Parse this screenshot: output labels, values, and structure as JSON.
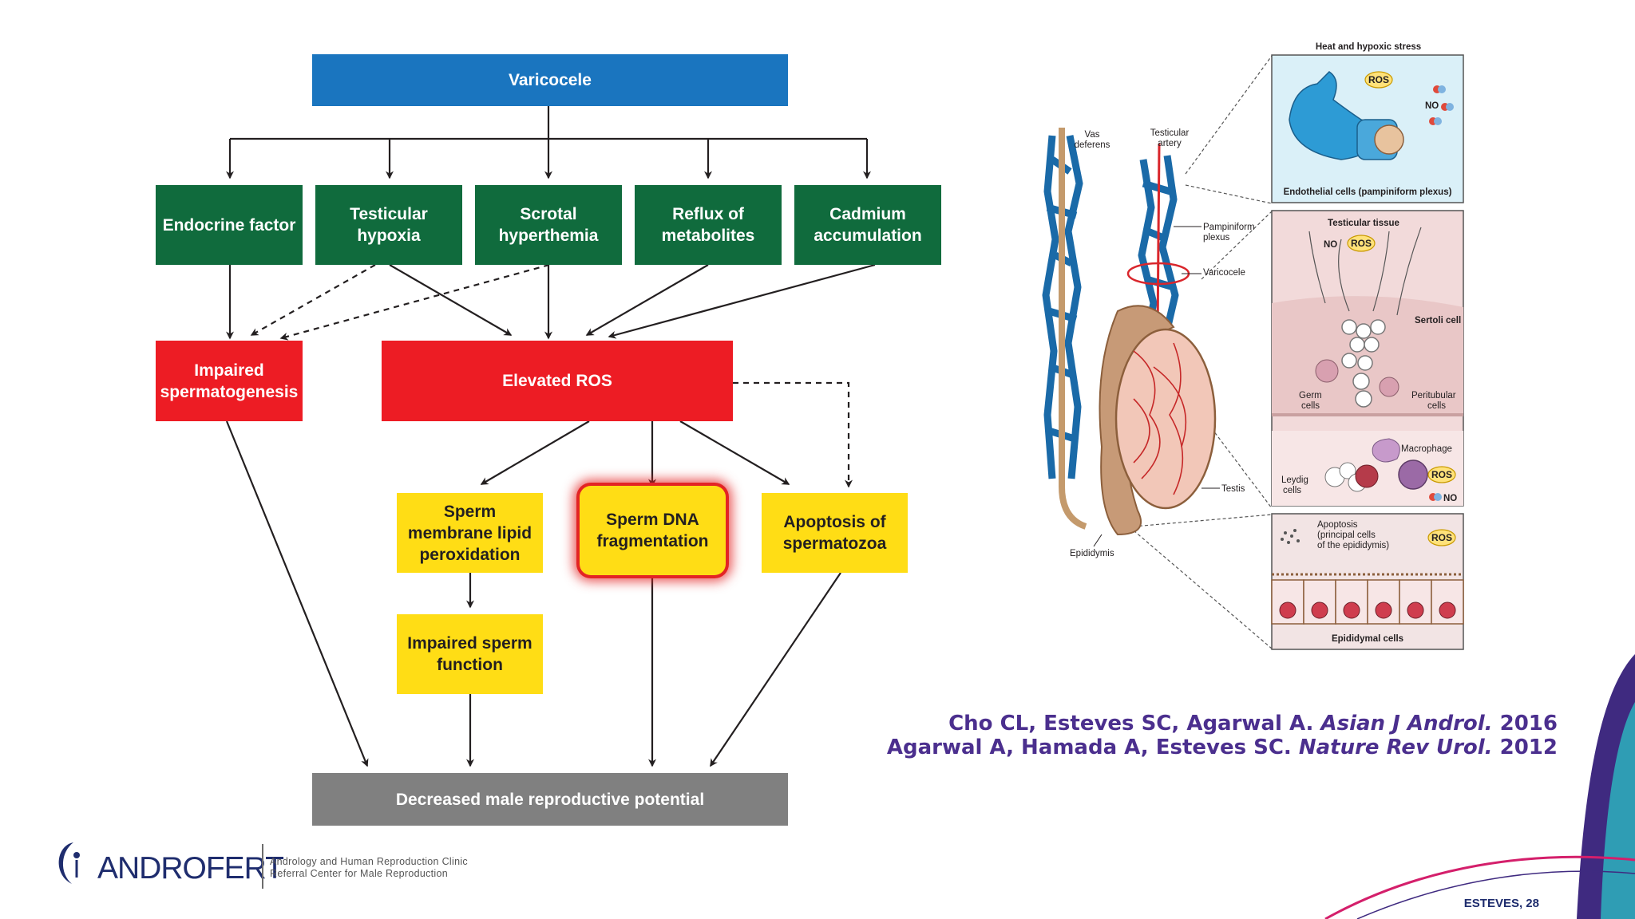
{
  "flowchart": {
    "varicocele": "Varicocele",
    "endocrine_factor": "Endocrine factor",
    "testicular_hypoxia": "Testicular\nhypoxia",
    "scrotal_hyperthemia": "Scrotal\nhyperthemia",
    "reflux_of_metabolites": "Reflux of\nmetabolites",
    "cadmium_accumulation": "Cadmium\naccumulation",
    "impaired_spermatogenesis": "Impaired\nspermatogenesis",
    "elevated_ros": "Elevated ROS",
    "sperm_membrane_lipid_peroxidation": "Sperm\nmembrane lipid\nperoxidation",
    "sperm_dna_fragmentation": "Sperm DNA\nfragmentation",
    "apoptosis_of_spermatozoa": "Apoptosis of\nspermatozoa",
    "impaired_sperm_function": "Impaired sperm\nfunction",
    "decreased_male_reproductive_potential": "Decreased male reproductive potential"
  },
  "illustration": {
    "vas_deferens": "Vas\ndeferens",
    "testicular_artery": "Testicular\nartery",
    "pampiniform_plexus": "Pampiniform\nplexus",
    "varicocele": "Varicocele",
    "testis": "Testis",
    "epididymis": "Epididymis",
    "panel1_title": "Heat and hypoxic stress",
    "panel1_caption": "Endothelial cells (pampiniform plexus)",
    "panel2_title": "Testicular tissue",
    "sertoli_cell": "Sertoli cell",
    "germ_cells": "Germ\ncells",
    "peritubular_cells": "Peritubular\ncells",
    "macrophage": "Macrophage",
    "leydig_cells": "Leydig\ncells",
    "apoptosis_note": "Apoptosis\n(principal cells\nof the epididymis)",
    "panel3_caption": "Epididymal cells",
    "ros": "ROS",
    "no": "NO"
  },
  "references": {
    "line1_authors": "Cho CL, Esteves SC, Agarwal A.",
    "line1_journal": "Asian J Androl.",
    "line1_year": "2016",
    "line2_authors": "Agarwal A, Hamada A, Esteves SC.",
    "line2_journal": "Nature Rev Urol.",
    "line2_year": "2012"
  },
  "logo": {
    "name": "ANDROFERT",
    "tagline1": "Andrology and Human Reproduction Clinic",
    "tagline2": "Referral Center for Male Reproduction"
  },
  "footer": {
    "page": "ESTEVES, 28"
  },
  "colors": {
    "blue": "#1a75bf",
    "green": "#106b3d",
    "red": "#ed1c24",
    "yellow": "#ffdd15",
    "gray": "#808080",
    "reference_purple": "#4b2f8e"
  }
}
